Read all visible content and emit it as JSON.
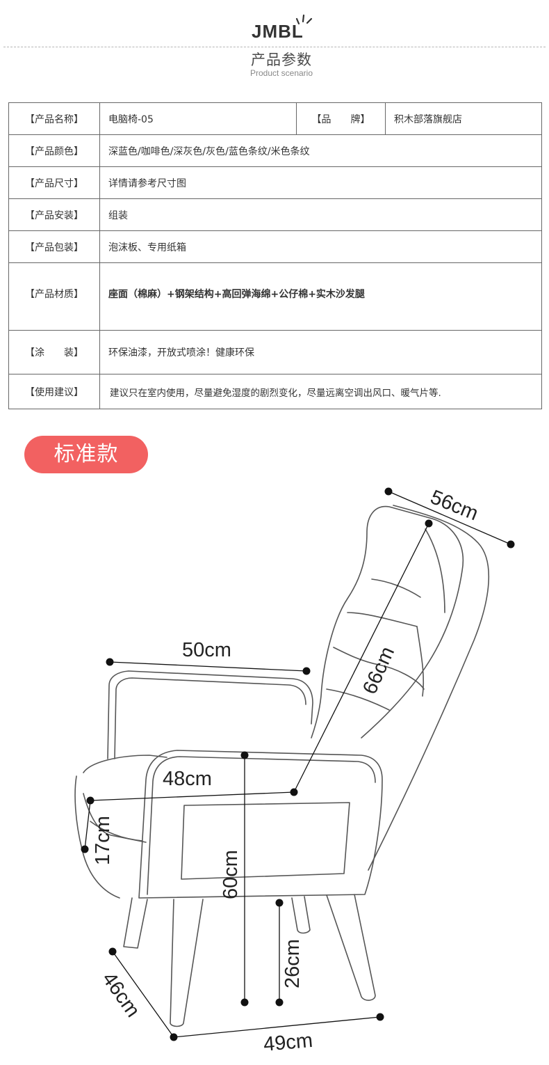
{
  "header": {
    "logo": "JMBL",
    "title_cn": "产品参数",
    "title_en": "Product scenario"
  },
  "spec": {
    "rows": [
      {
        "label": "【产品名称】",
        "value": "电脑椅-05",
        "label2": "【品　　牌】",
        "value2": "积木部落旗舰店"
      },
      {
        "label": "【产品颜色】",
        "value": "深蓝色/咖啡色/深灰色/灰色/蓝色条纹/米色条纹"
      },
      {
        "label": "【产品尺寸】",
        "value": "详情请参考尺寸图"
      },
      {
        "label": "【产品安装】",
        "value": "组装"
      },
      {
        "label": "【产品包装】",
        "value": "泡沫板、专用纸箱"
      },
      {
        "label": "【产品材质】",
        "value": "座面（棉麻）+钢架结构+高回弹海绵+公仔棉+实木沙发腿"
      },
      {
        "label": "【涂　　装】",
        "value": "环保油漆，开放式喷涂！健康环保"
      },
      {
        "label": "【使用建议】",
        "value": "建议只在室内使用，尽量避免湿度的剧烈变化，尽量远离空调出风口、暖气片等."
      }
    ]
  },
  "variant": {
    "label": "标准款"
  },
  "dimensions": {
    "width_top": "56cm",
    "back_height": "66cm",
    "arm_width": "50cm",
    "seat_width": "48cm",
    "arm_height": "17cm",
    "seat_height": "60cm",
    "leg_height": "26cm",
    "depth": "46cm",
    "base_width": "49cm"
  },
  "colors": {
    "accent": "#f26161",
    "line": "#555555",
    "text": "#333333"
  }
}
